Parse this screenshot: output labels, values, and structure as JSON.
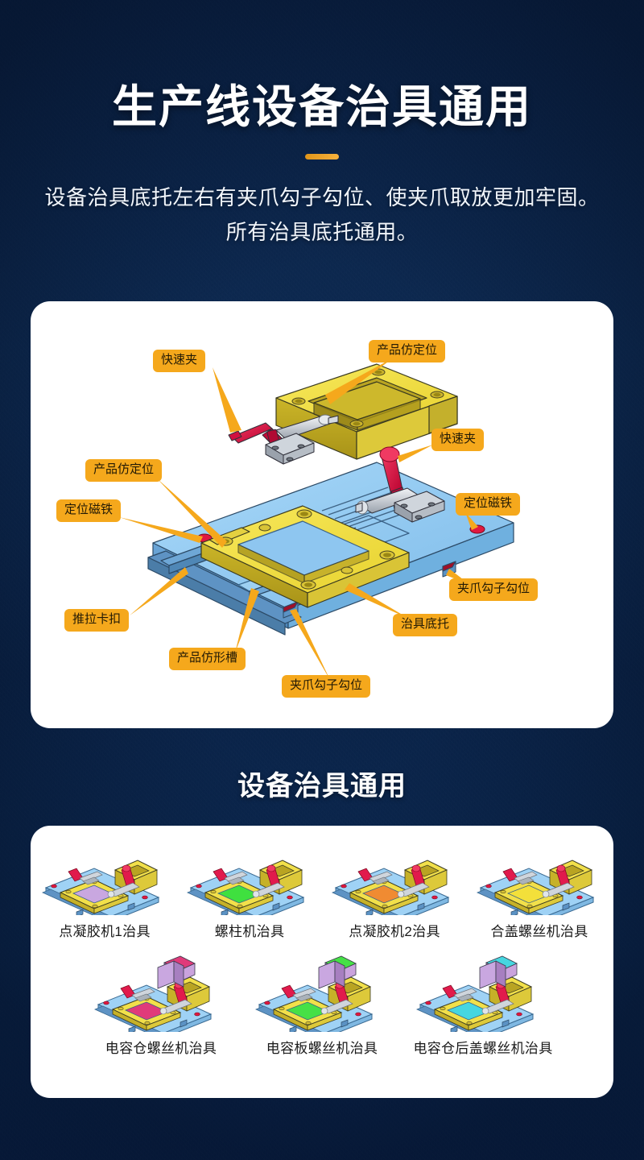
{
  "header": {
    "title": "生产线设备治具通用",
    "subtitle": "设备治具底托左右有夹爪勾子勾位、使夹爪取放更加牢固。所有治具底托通用。"
  },
  "section": {
    "title": "设备治具通用"
  },
  "diagram": {
    "callouts": [
      {
        "id": "kuaisujia-left",
        "label": "快速夹"
      },
      {
        "id": "fangdingwei-top",
        "label": "产品仿定位"
      },
      {
        "id": "fangdingwei-left",
        "label": "产品仿定位"
      },
      {
        "id": "cixie-left",
        "label": "定位磁铁"
      },
      {
        "id": "kuaisujia-right",
        "label": "快速夹"
      },
      {
        "id": "cixie-right",
        "label": "定位磁铁"
      },
      {
        "id": "gouwei-right",
        "label": "夹爪勾子勾位"
      },
      {
        "id": "zhijudituo",
        "label": "治具底托"
      },
      {
        "id": "tuila-kakou",
        "label": "推拉卡扣"
      },
      {
        "id": "fangxingcao",
        "label": "产品仿形槽"
      },
      {
        "id": "gouwei-bottom",
        "label": "夹爪勾子勾位"
      }
    ]
  },
  "gallery": {
    "row1": [
      {
        "caption": "点凝胶机1治具",
        "product_color": "#c9a7e0"
      },
      {
        "caption": "螺柱机治具",
        "product_color": "#3fe03f"
      },
      {
        "caption": "点凝胶机2治具",
        "product_color": "#f08b32"
      },
      {
        "caption": "合盖螺丝机治具",
        "product_color": "#f3e03a"
      }
    ],
    "row2": [
      {
        "caption": "电容仓螺丝机治具",
        "product_color": "#e03a7a"
      },
      {
        "caption": "电容板螺丝机治具",
        "product_color": "#46e046"
      },
      {
        "caption": "电容仓后盖螺丝机治具",
        "product_color": "#46d6e0"
      }
    ]
  },
  "colors": {
    "background_dark": "#0b2348",
    "background_light": "#1a3a6e",
    "accent_orange": "#e8a020",
    "badge": "#f5a81c",
    "card": "#ffffff",
    "fixture_base": "#8ec6f0",
    "fixture_frame": "#f2e04a",
    "clamp_handle": "#e11a4c"
  }
}
